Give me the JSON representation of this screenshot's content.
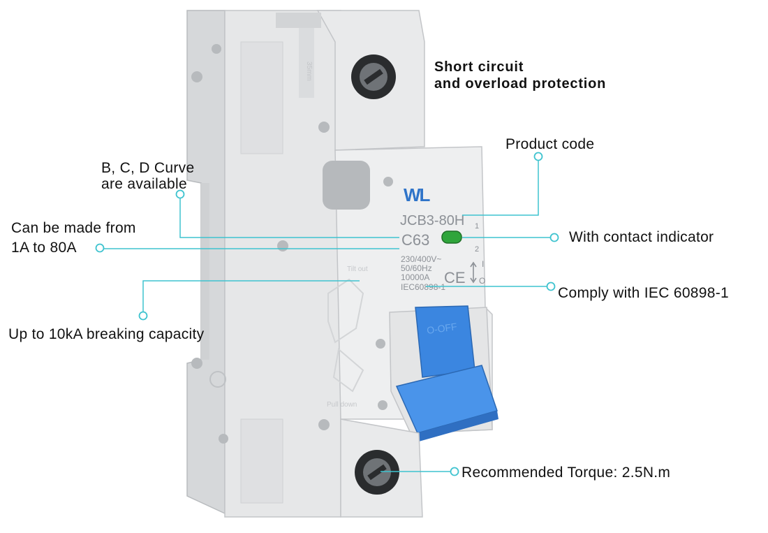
{
  "heading": {
    "line1": "Short circuit",
    "line2": "and overload protection"
  },
  "callouts": {
    "product_code": "Product code",
    "curve_line1": "B, C, D Curve",
    "curve_line2": "are available",
    "current_line1": "Can be made from",
    "current_line2": "1A to 80A",
    "contact_indicator": "With contact indicator",
    "breaking_capacity": "Up to 10kA breaking capacity",
    "iec": "Comply with IEC 60898-1",
    "torque": "Recommended  Torque: 2.5N.m"
  },
  "device": {
    "logo": "WL",
    "model": "JCB3-80H",
    "rating": "C63",
    "voltage": "230/400V~",
    "frequency": "50/60Hz",
    "breaking": "10000A",
    "standard": "IEC60898-1",
    "ce_mark": "CE",
    "toggle_text": "O-OFF",
    "tilt_label": "Tilt out",
    "pull_label": "Pull down",
    "rail_label": "35mm",
    "terminal_one": "1",
    "terminal_two": "2",
    "on_mark": "I",
    "off_mark": "O"
  },
  "colors": {
    "leader_line": "#3ec3cf",
    "housing": "#e3e4e5",
    "housing_shadow": "#c9cbcd",
    "toggle": "#3b86e0",
    "indicator": "#2fa53b",
    "print_gray": "#8c9096"
  }
}
